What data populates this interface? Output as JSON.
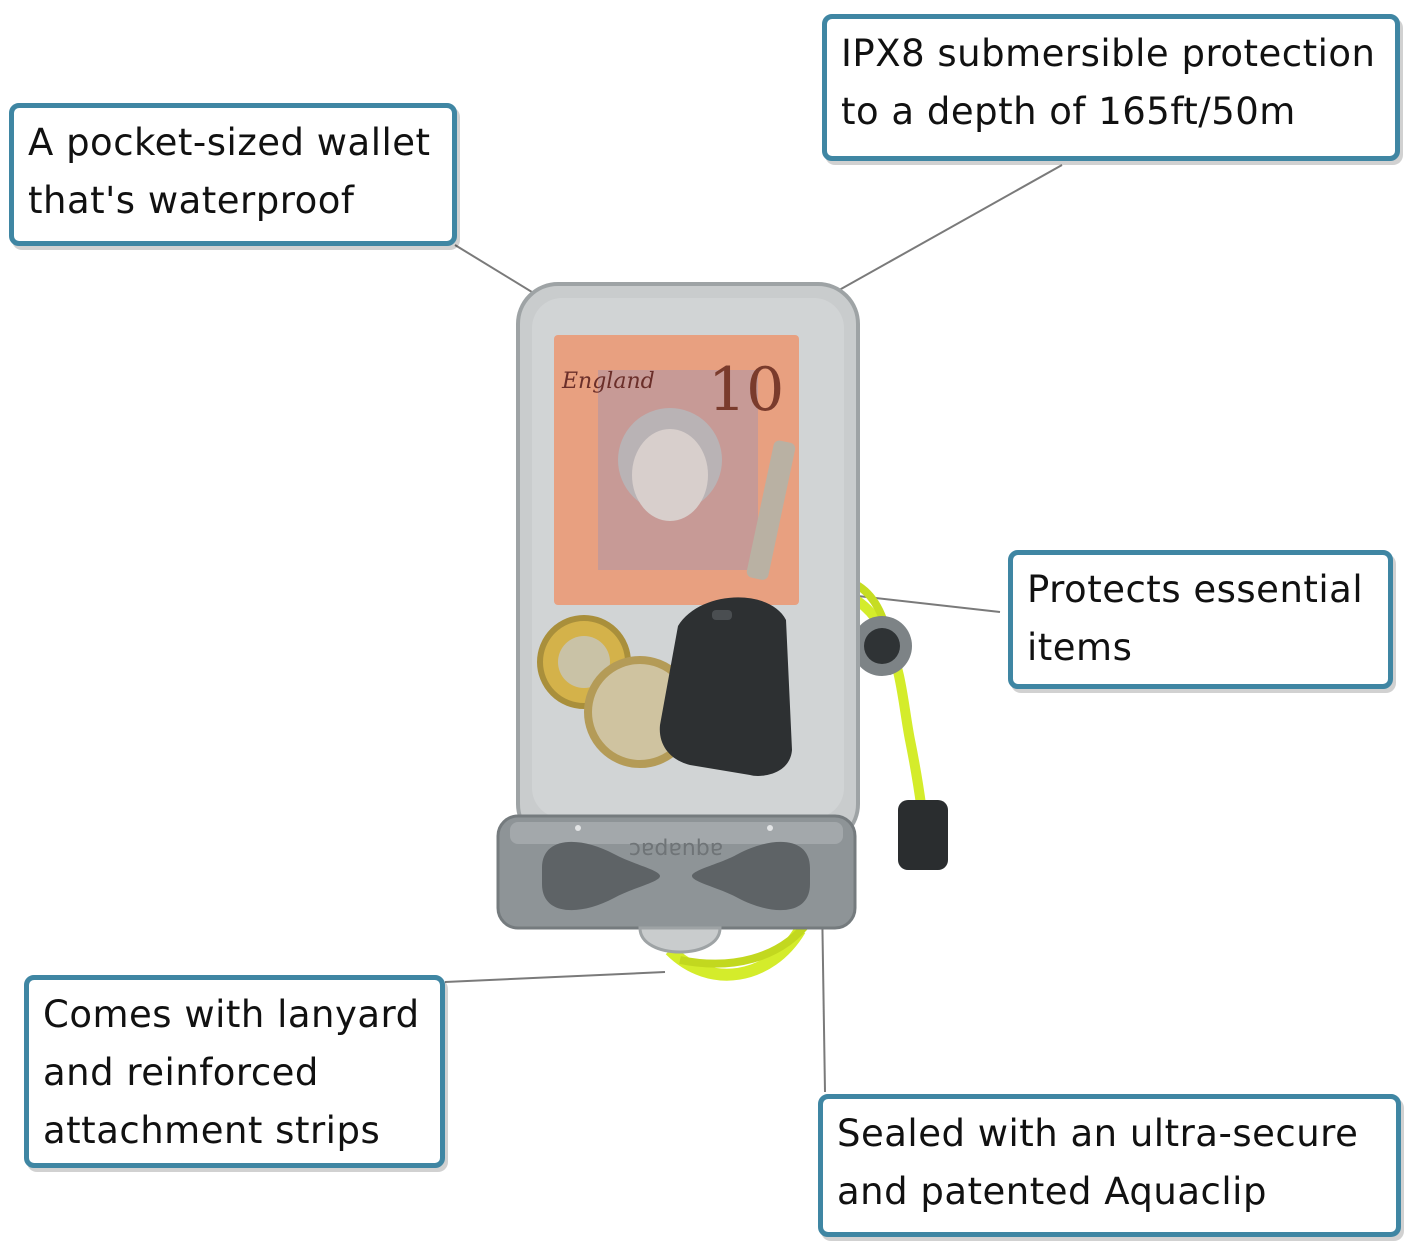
{
  "callouts": {
    "wallet": {
      "line1": "A pocket-sized wallet",
      "line2": "that's waterproof"
    },
    "ipx8": {
      "line1": "IPX8 submersible protection",
      "line2": "to a depth of 165ft/50m"
    },
    "protects": {
      "line1": "Protects essential",
      "line2": "items"
    },
    "lanyard": {
      "line1": "Comes with lanyard",
      "line2": "and reinforced",
      "line3": "attachment strips"
    },
    "sealed": {
      "line1": "Sealed with an ultra-secure",
      "line2": "and patented Aquaclip"
    }
  },
  "product": {
    "brand_mark": "aquapac",
    "banknote_denomination": "10",
    "banknote_text": "England"
  },
  "colors": {
    "callout_border": "#3f86a3",
    "lanyard": "#d4ec2b",
    "clip": "#8e9497",
    "pouch": "#c9cccd"
  }
}
